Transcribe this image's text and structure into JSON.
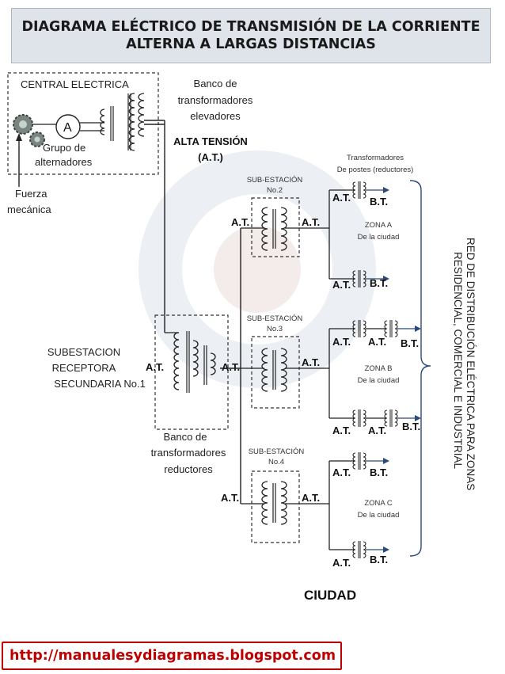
{
  "title": {
    "line1": "DIAGRAMA ELÉCTRICO DE TRANSMISIÓN DE LA CORRIENTE",
    "line2": "ALTERNA A LARGAS DISTANCIAS"
  },
  "central": {
    "label": "CENTRAL ELECTRICA",
    "generator_letter": "A",
    "grupo_line1": "Grupo de",
    "grupo_line2": "alternadores",
    "fuerza_line1": "Fuerza",
    "fuerza_line2": "mecánica"
  },
  "banco_elevadores": {
    "line1": "Banco de",
    "line2": "transformadores",
    "line3": "elevadores"
  },
  "alta_tension": {
    "line1": "ALTA TENSIÓN",
    "line2": "(A.T.)"
  },
  "transformadores_postes": {
    "line1": "Transformadores",
    "line2": "De postes (reductores)"
  },
  "subestacion_receptora": {
    "line1": "SUBESTACION",
    "line2": "RECEPTORA",
    "line3": "SECUNDARIA No.1"
  },
  "banco_reductores": {
    "line1": "Banco de",
    "line2": "transformadores",
    "line3": "reductores"
  },
  "substations": [
    {
      "line1": "SUB-ESTACIÓN",
      "line2": "No.2"
    },
    {
      "line1": "SUB-ESTACIÓN",
      "line2": "No.3"
    },
    {
      "line1": "SUB-ESTACIÓN",
      "line2": "No.4"
    }
  ],
  "zones": [
    {
      "line1": "ZONA A",
      "line2": "De la ciudad"
    },
    {
      "line1": "ZONA B",
      "line2": "De la ciudad"
    },
    {
      "line1": "ZONA C",
      "line2": "De la ciudad"
    }
  ],
  "labels": {
    "at": "A.T.",
    "bt": "B.T."
  },
  "red_distribucion": {
    "line1": "RED DE DISTRIBUCIÓN ELÉCTRICA PARA ZONAS",
    "line2": "RESIDENCIAL, COMERCIAL E INDUSTRIAL"
  },
  "ciudad": "CIUDAD",
  "url": "http://manualesydiagramas.blogspot.com"
}
